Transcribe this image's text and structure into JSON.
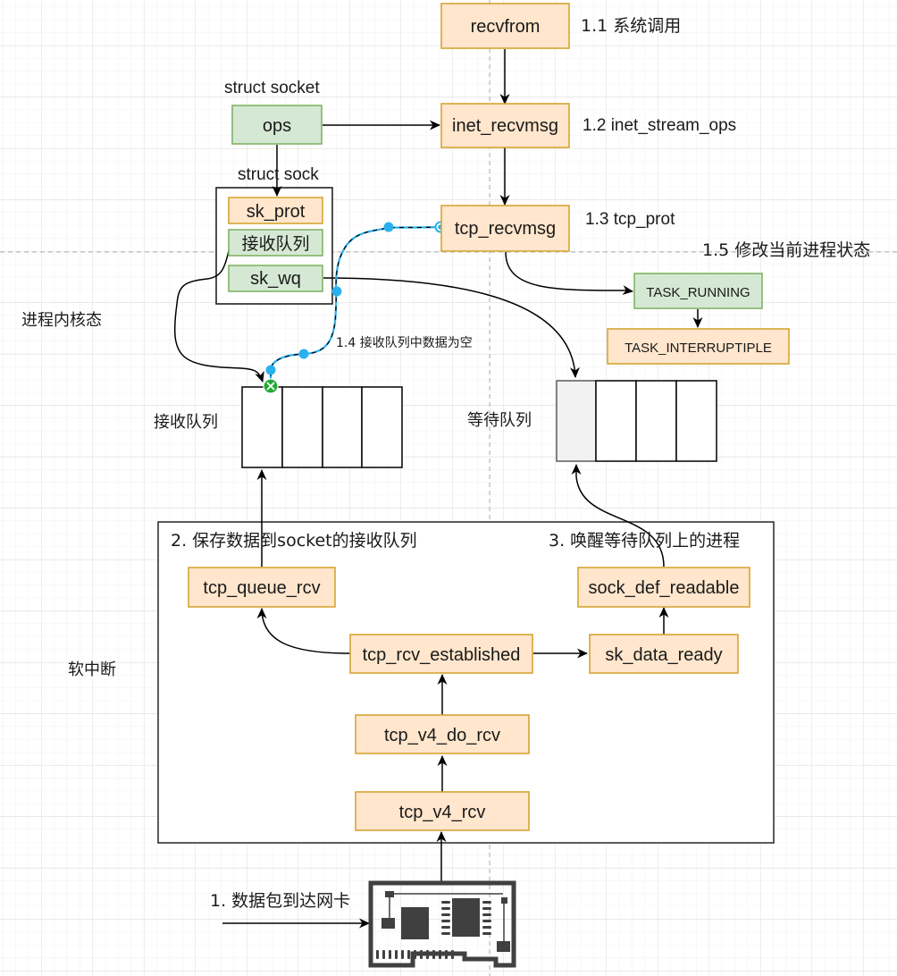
{
  "diagram": {
    "title": "Linux TCP recvfrom 内核接收流程",
    "colors": {
      "orange_fill": "#ffe6cc",
      "orange_stroke": "#d6a534",
      "green_fill": "#d5e8d4",
      "green_stroke": "#82b366",
      "connector": "#000000",
      "highlight_connector": "#2bb0ee",
      "grid_minor": "#f3f3f3",
      "grid_major": "#dcdcdc",
      "boundary_dash": "#c8c8c8",
      "queue_first_slot": "#f2f2f2",
      "error_badge": "#22aa33"
    },
    "nodes": {
      "recvfrom": "recvfrom",
      "inet_recvmsg": "inet_recvmsg",
      "tcp_recvmsg": "tcp_recvmsg",
      "ops": "ops",
      "sk_prot": "sk_prot",
      "recv_queue_field": "接收队列",
      "sk_wq": "sk_wq",
      "task_running": "TASK_RUNNING",
      "task_interruptible": "TASK_INTERRUPTIPLE",
      "tcp_queue_rcv": "tcp_queue_rcv",
      "sock_def_readable": "sock_def_readable",
      "tcp_rcv_established": "tcp_rcv_established",
      "sk_data_ready": "sk_data_ready",
      "tcp_v4_do_rcv": "tcp_v4_do_rcv",
      "tcp_v4_rcv": "tcp_v4_rcv"
    },
    "labels": {
      "step_1_1": "1.1 系统调用",
      "step_1_2": "1.2 inet_stream_ops",
      "step_1_3": "1.3 tcp_prot",
      "step_1_4": "1.4 接收队列中数据为空",
      "step_1_5": "1.5 修改当前进程状态",
      "struct_socket": "struct socket",
      "struct_sock": "struct sock",
      "kernel_process_context": "进程内核态",
      "recv_queue": "接收队列",
      "wait_queue": "等待队列",
      "softirq": "软中断",
      "step_2": "2. 保存数据到socket的接收队列",
      "step_3": "3. 唤醒等待队列上的进程",
      "step_1": "1. 数据包到达网卡"
    },
    "queues": {
      "recv_queue_slots": 4,
      "wait_queue_slots": 4
    },
    "icons": {
      "nic": "network-card-icon",
      "error": "error-x-icon"
    }
  }
}
